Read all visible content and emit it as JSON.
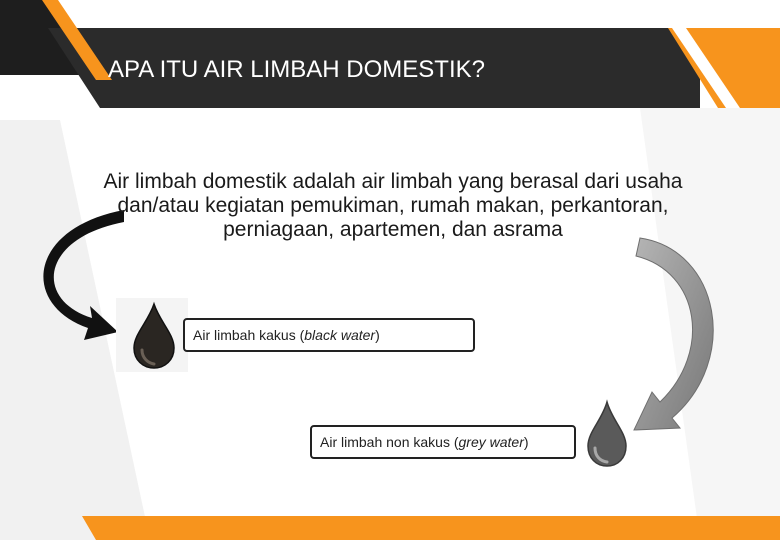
{
  "slide": {
    "title": "APA ITU AIR LIMBAH DOMESTIK?",
    "body_text": "Air limbah domestik adalah air limbah yang berasal dari usaha dan/atau kegiatan pemukiman, rumah makan, perkantoran, perniagaan, apartemen, dan asrama",
    "boxes": {
      "black": {
        "prefix": "Air limbah kakus (",
        "term": "black water",
        "suffix": ")"
      },
      "grey": {
        "prefix": "Air limbah non kakus (",
        "term": "grey water",
        "suffix": ")"
      }
    },
    "icons": {
      "left_arrow": "curved-arrow-icon",
      "right_arrow": "curved-arrow-icon",
      "black_drop": "water-drop-icon",
      "grey_drop": "water-drop-icon"
    },
    "colors": {
      "accent": "#f7941d",
      "title_bar": "#2b2b2b",
      "left_arrow": "#111111",
      "right_arrow": "#8a8a8a",
      "black_drop": "#2a2622",
      "grey_drop": "#5a5a5a"
    }
  }
}
